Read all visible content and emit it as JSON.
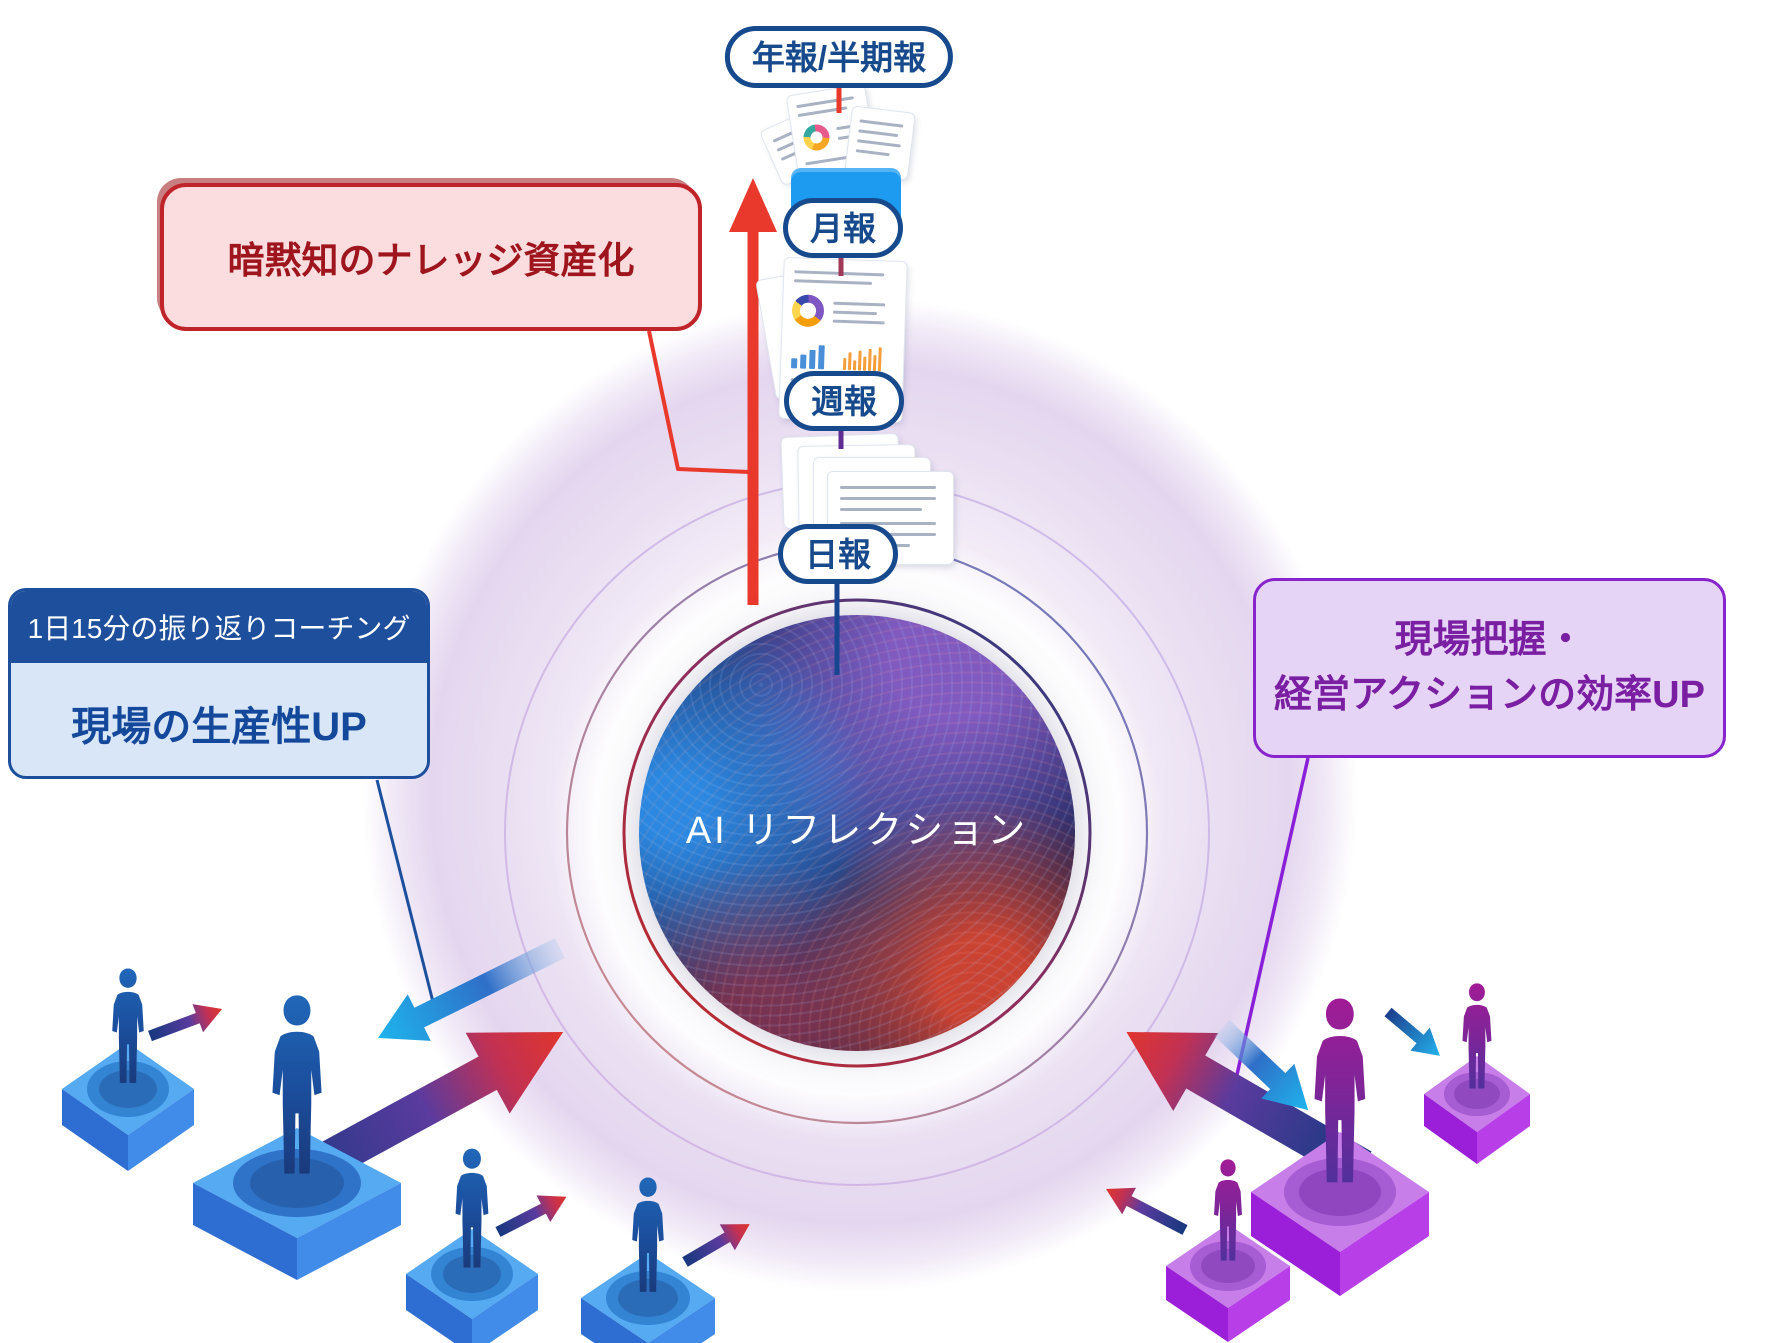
{
  "diagram": {
    "center": {
      "label": "AI リフレクション"
    },
    "report_chain": [
      {
        "label": "年報/半期報"
      },
      {
        "label": "月報"
      },
      {
        "label": "週報"
      },
      {
        "label": "日報"
      }
    ],
    "callouts": {
      "knowledge": {
        "text": "暗黙知のナレッジ資産化"
      },
      "field": {
        "tag": "1日15分の振り返りコーチング",
        "headline": "現場の生産性UP"
      },
      "management": {
        "line1": "現場把握・",
        "line2": "経営アクションの効率UP"
      }
    },
    "icons": [
      "annual-report-documents-icon",
      "monthly-report-folder-icon",
      "weekly-report-document-icon",
      "daily-report-stack-icon",
      "ai-sphere",
      "growth-arrow-icon",
      "coaching-arrow-icon",
      "worker-figure-blue",
      "executive-figure-purple"
    ],
    "colors": {
      "navy": "#164a8c",
      "red_accent": "#e8392c",
      "dark_red_text": "#9e151d",
      "pink_bg": "#fbdcdf",
      "red_border": "#c0242b",
      "blue_header_bg": "#1d4f9c",
      "blue_body_bg": "#d9e6f8",
      "blue_text": "#14489b",
      "purple_bg": "#e6d4f7",
      "purple_border": "#8824cc",
      "purple_text": "#7b1fa2",
      "folder_blue": "#1d9bf0",
      "line_crimson": "#a13a5a",
      "line_purple": "#5f2d92",
      "line_navy": "#17458f",
      "glow_lavender": "#e4d6ef"
    }
  }
}
